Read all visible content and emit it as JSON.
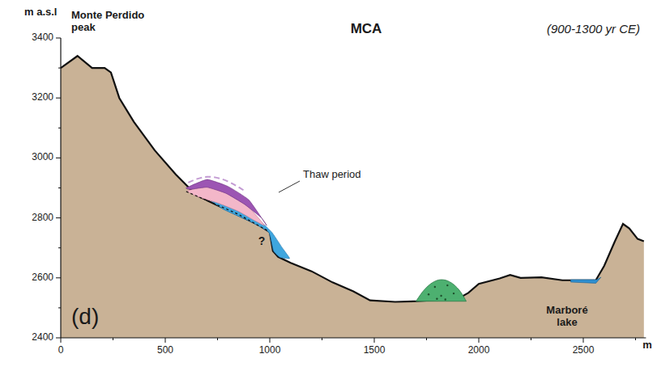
{
  "diagram": {
    "title": "MCA",
    "labels": [
      "m a.s.l",
      "Monte Perdido peak",
      "(900-1300 yr CE)",
      "Thaw period",
      "?",
      "(d)",
      "Marboré lake",
      "3400",
      "3200",
      "3000",
      "2800",
      "2600",
      "2400",
      "0",
      "500",
      "1000",
      "1500",
      "2000",
      "2500",
      "m"
    ]
  }
}
